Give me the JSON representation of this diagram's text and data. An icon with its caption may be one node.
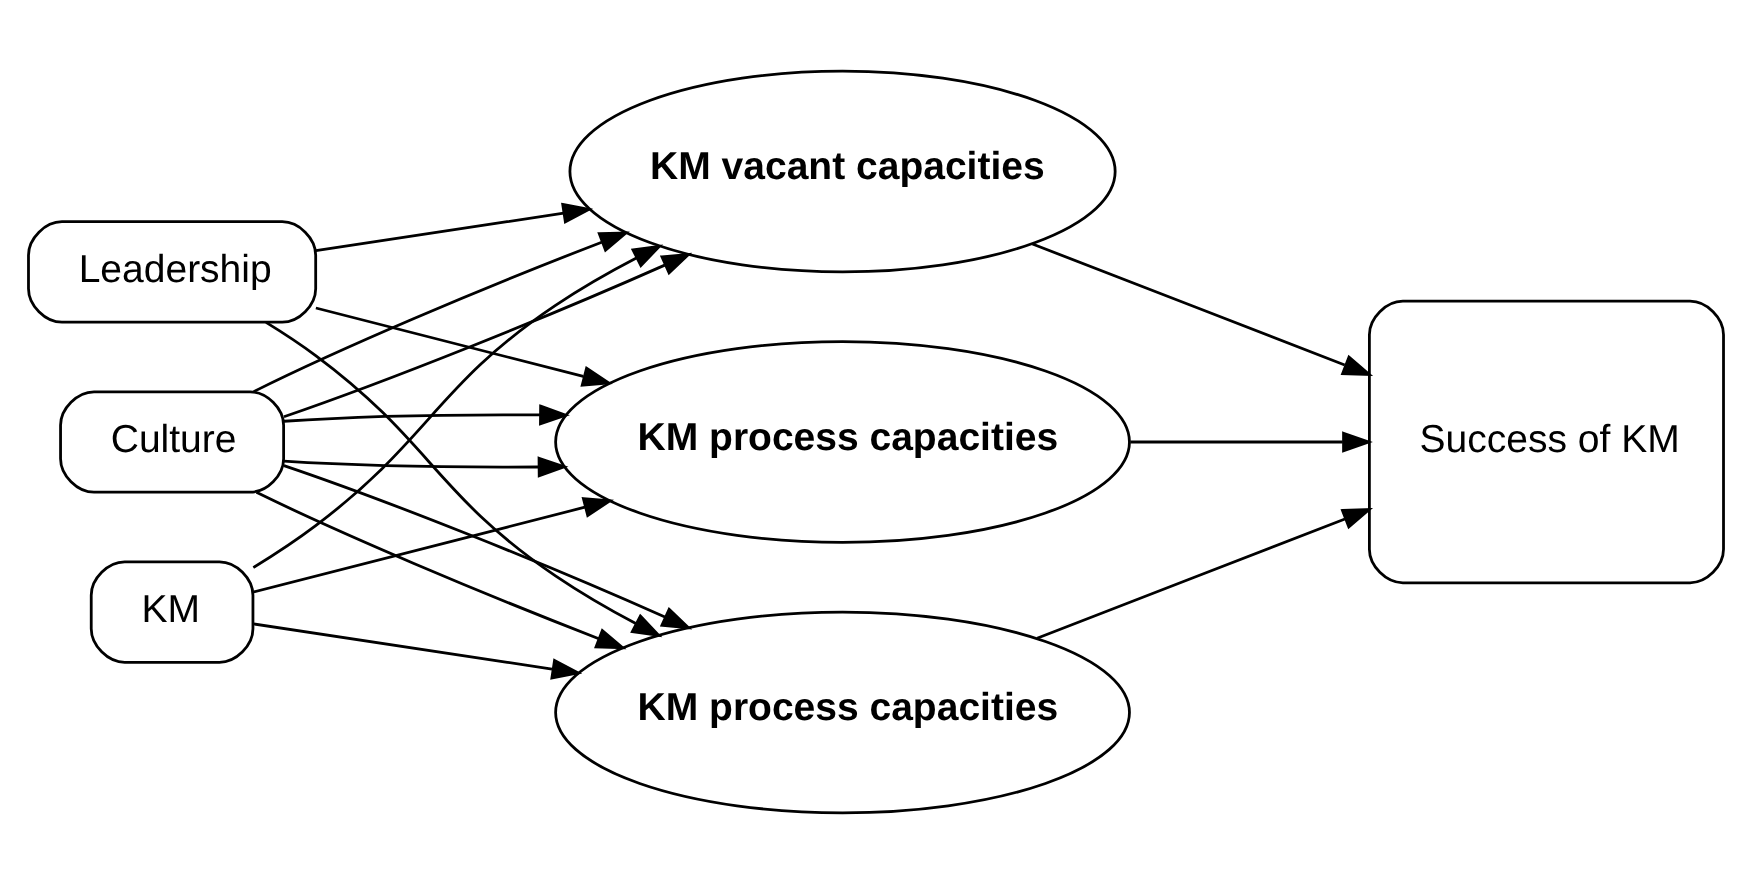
{
  "diagram": {
    "nodes": [
      {
        "text": [
          "Leadership"
        ]
      },
      {
        "text": [
          "Culture"
        ]
      },
      {
        "text": [
          "KM"
        ]
      },
      {
        "text": [
          "KM vacant capacities"
        ]
      },
      {
        "text": [
          "KM process capacities"
        ]
      },
      {
        "text": [
          "KM process capacities"
        ]
      },
      {
        "text": [
          "Success of KM"
        ]
      }
    ],
    "edges": [
      {
        "from": 0,
        "to": 3,
        "arrow": "to"
      },
      {
        "from": 0,
        "to": 4,
        "arrow": "to"
      },
      {
        "from": 0,
        "to": 5,
        "arrow": "to"
      },
      {
        "from": 1,
        "to": 3,
        "arrow": "to"
      },
      {
        "from": 1,
        "to": 4,
        "arrow": "to"
      },
      {
        "from": 1,
        "to": 5,
        "arrow": "to"
      },
      {
        "from": 1,
        "to": 3,
        "arrow": "to"
      },
      {
        "from": 1,
        "to": 4,
        "arrow": "to"
      },
      {
        "from": 1,
        "to": 5,
        "arrow": "to"
      },
      {
        "from": 2,
        "to": 3,
        "arrow": "to"
      },
      {
        "from": 2,
        "to": 4,
        "arrow": "to"
      },
      {
        "from": 2,
        "to": 5,
        "arrow": "to"
      },
      {
        "from": 3,
        "to": 6,
        "arrow": "to"
      },
      {
        "from": 4,
        "to": 6,
        "arrow": "to"
      },
      {
        "from": 5,
        "to": 6,
        "arrow": "to"
      }
    ]
  }
}
